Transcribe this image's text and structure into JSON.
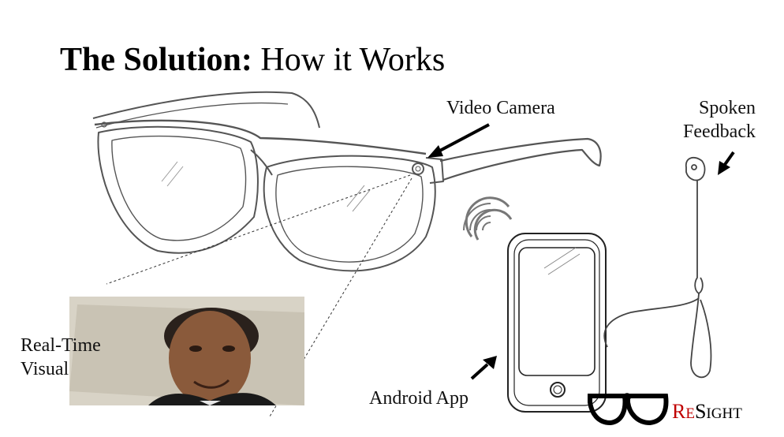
{
  "title": {
    "bold": "The Solution:",
    "rest": "How it Works"
  },
  "labels": {
    "video_camera": "Video Camera",
    "spoken_line1": "Spoken",
    "spoken_line2": "Feedback",
    "realtime_line1": "Real-Time",
    "realtime_line2": "Visual",
    "android_app": "Android App"
  },
  "logo": {
    "r": "R",
    "e": "E",
    "s": "S",
    "ight": "IGHT"
  },
  "colors": {
    "accent": "#c00000",
    "ink": "#000000",
    "sketch": "#555555"
  },
  "icons": [
    "glasses-sketch",
    "wifi-signal-icon",
    "smartphone-sketch",
    "earbud-sketch",
    "arrow-icon",
    "glasses-logo-icon"
  ]
}
